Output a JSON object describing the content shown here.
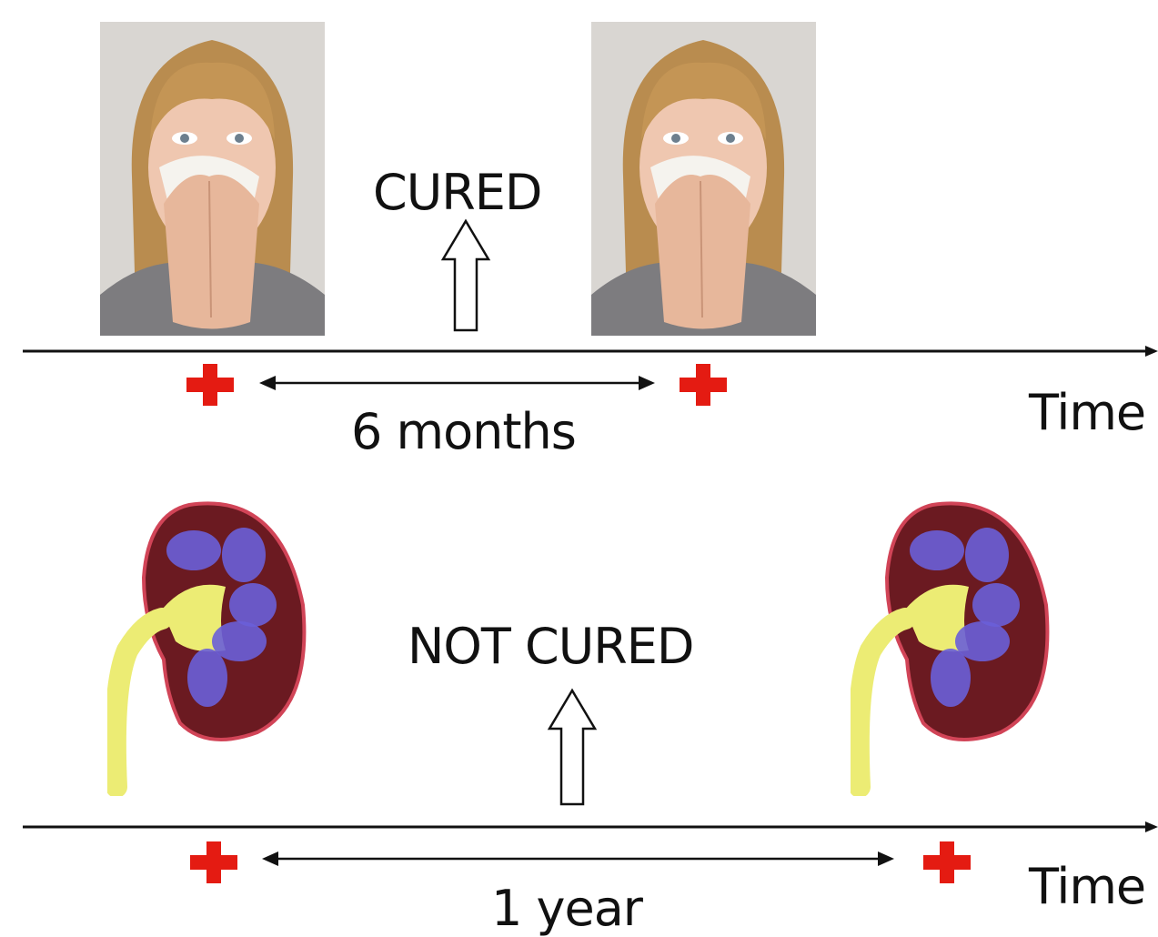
{
  "top": {
    "status": "CURED",
    "interval": "6 months",
    "axis_label": "Time"
  },
  "bottom": {
    "status": "NOT CURED",
    "interval": "1 year",
    "axis_label": "Time"
  },
  "colors": {
    "cross": "#e41b12",
    "line": "#111111",
    "kidney_body": "#6b1a21",
    "kidney_pelvis": "#ecec74",
    "kidney_calyx": "#6a5fd8"
  },
  "icons": [
    "medical-cross-icon",
    "double-arrow",
    "up-arrow-icon",
    "photo-of-woman-sneezing",
    "kidney-illustration"
  ]
}
